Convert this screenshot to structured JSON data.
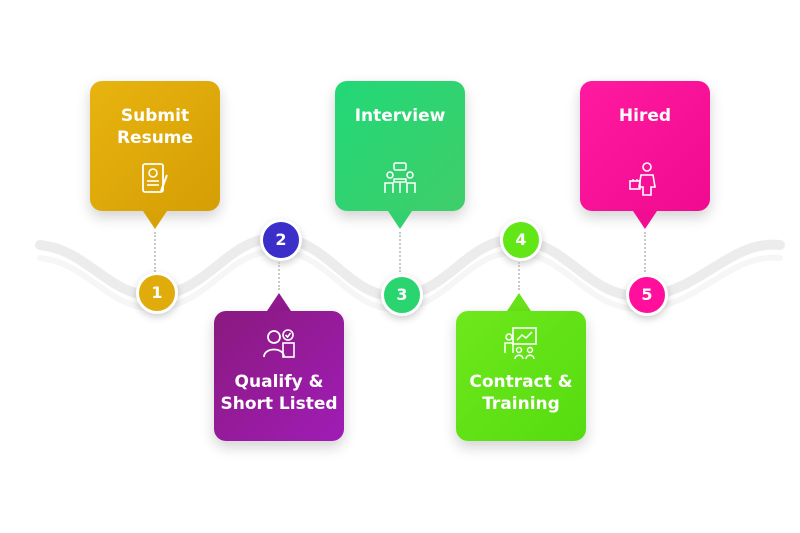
{
  "steps": [
    {
      "number": "1",
      "title": "Submit\nResume",
      "color": "#e0ac0b",
      "icon": "resume-icon"
    },
    {
      "number": "2",
      "title": "Qualify &\nShort Listed",
      "color": "#9b1a9d",
      "icon": "shortlist-icon"
    },
    {
      "number": "3",
      "title": "Interview",
      "color": "#2ad56f",
      "icon": "interview-table-icon"
    },
    {
      "number": "4",
      "title": "Contract &\nTraining",
      "color": "#63e615",
      "icon": "training-board-icon"
    },
    {
      "number": "5",
      "title": "Hired",
      "color": "#ff0f9b",
      "icon": "hired-person-icon"
    }
  ],
  "colors": {
    "step1": "#e0ac0b",
    "step2": "#9b1a9d",
    "step3": "#2ad56f",
    "step4": "#63e615",
    "step5": "#ff0f9b",
    "node2": "#3b2ec9",
    "wave": "#f1f1f1"
  }
}
